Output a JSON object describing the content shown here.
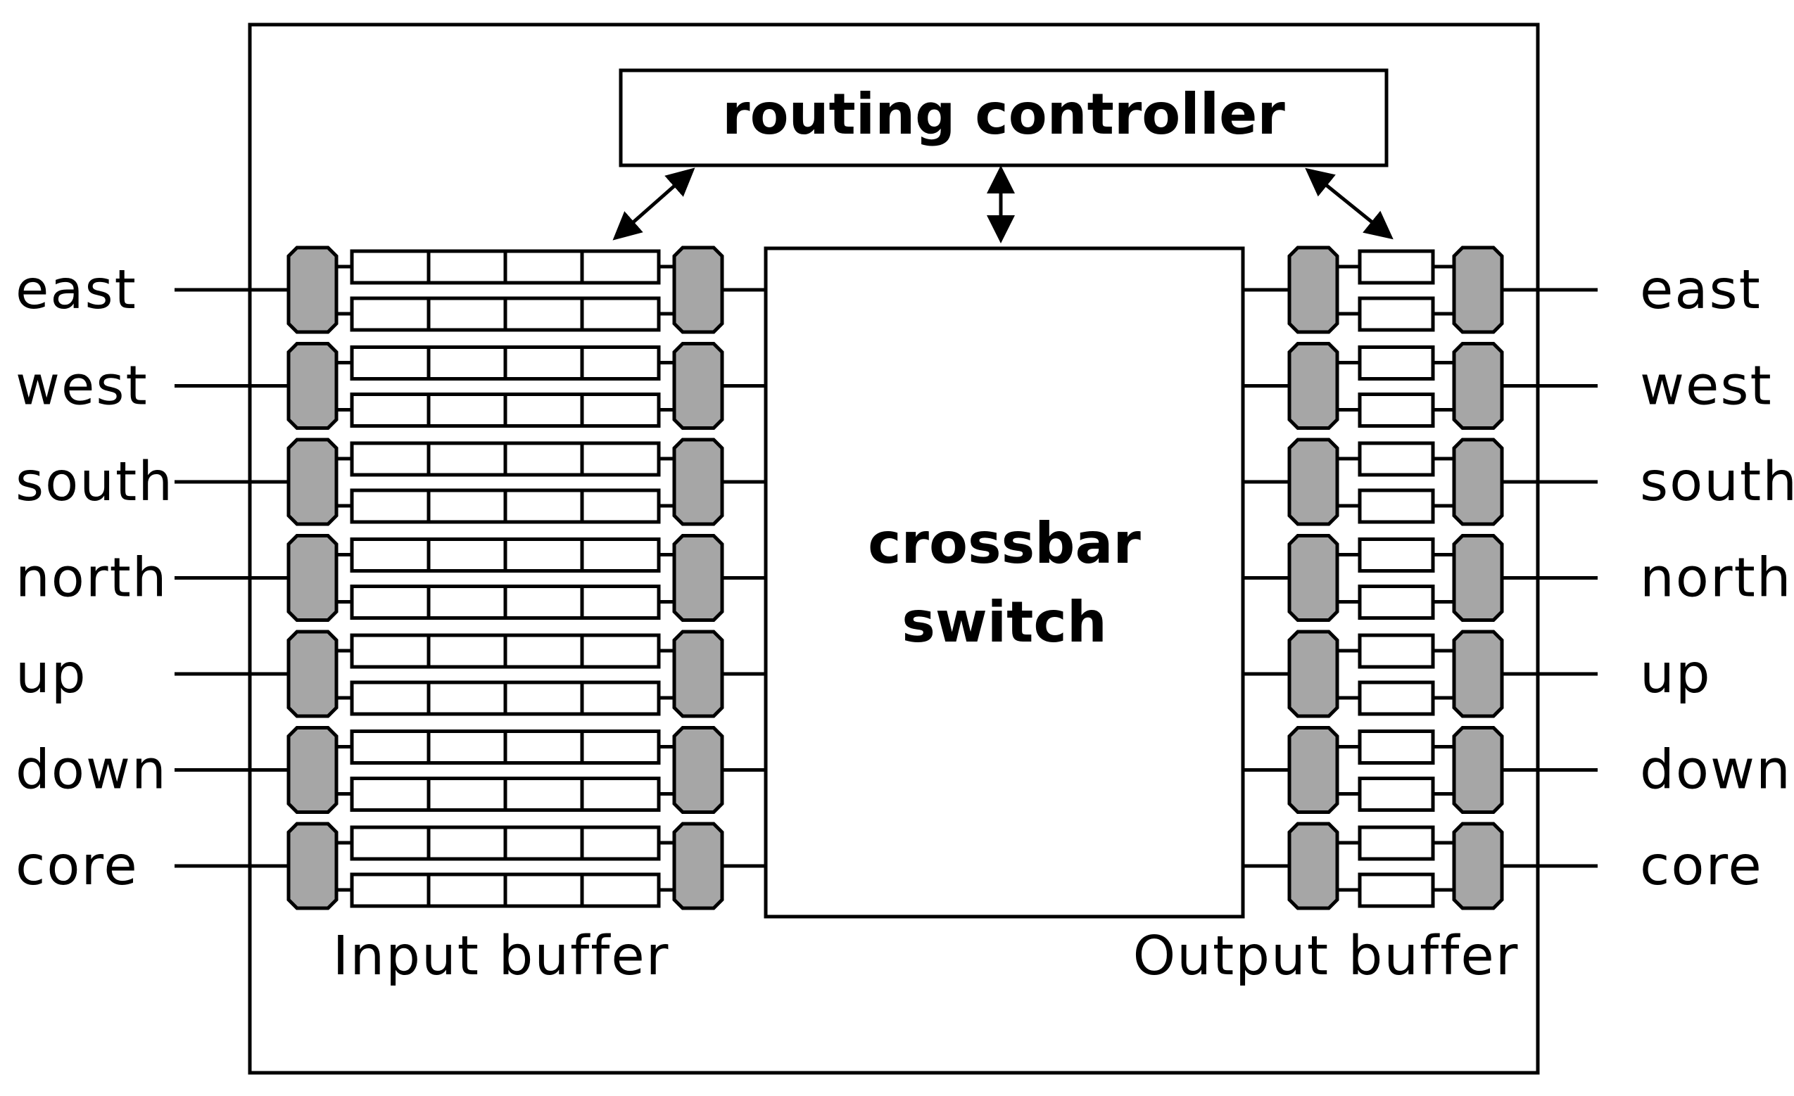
{
  "router": {
    "controller_label": "routing controller",
    "crossbar_label_line1": "crossbar",
    "crossbar_label_line2": "switch",
    "input_buffer_label": "Input buffer",
    "output_buffer_label": "Output buffer"
  },
  "input_ports": [
    "east",
    "west",
    "south",
    "north",
    "up",
    "down",
    "core"
  ],
  "output_ports": [
    "east",
    "west",
    "south",
    "north",
    "up",
    "down",
    "core"
  ],
  "colors": {
    "buffer_cap": "#a6a6a6",
    "stroke": "#000000",
    "background": "#ffffff"
  }
}
